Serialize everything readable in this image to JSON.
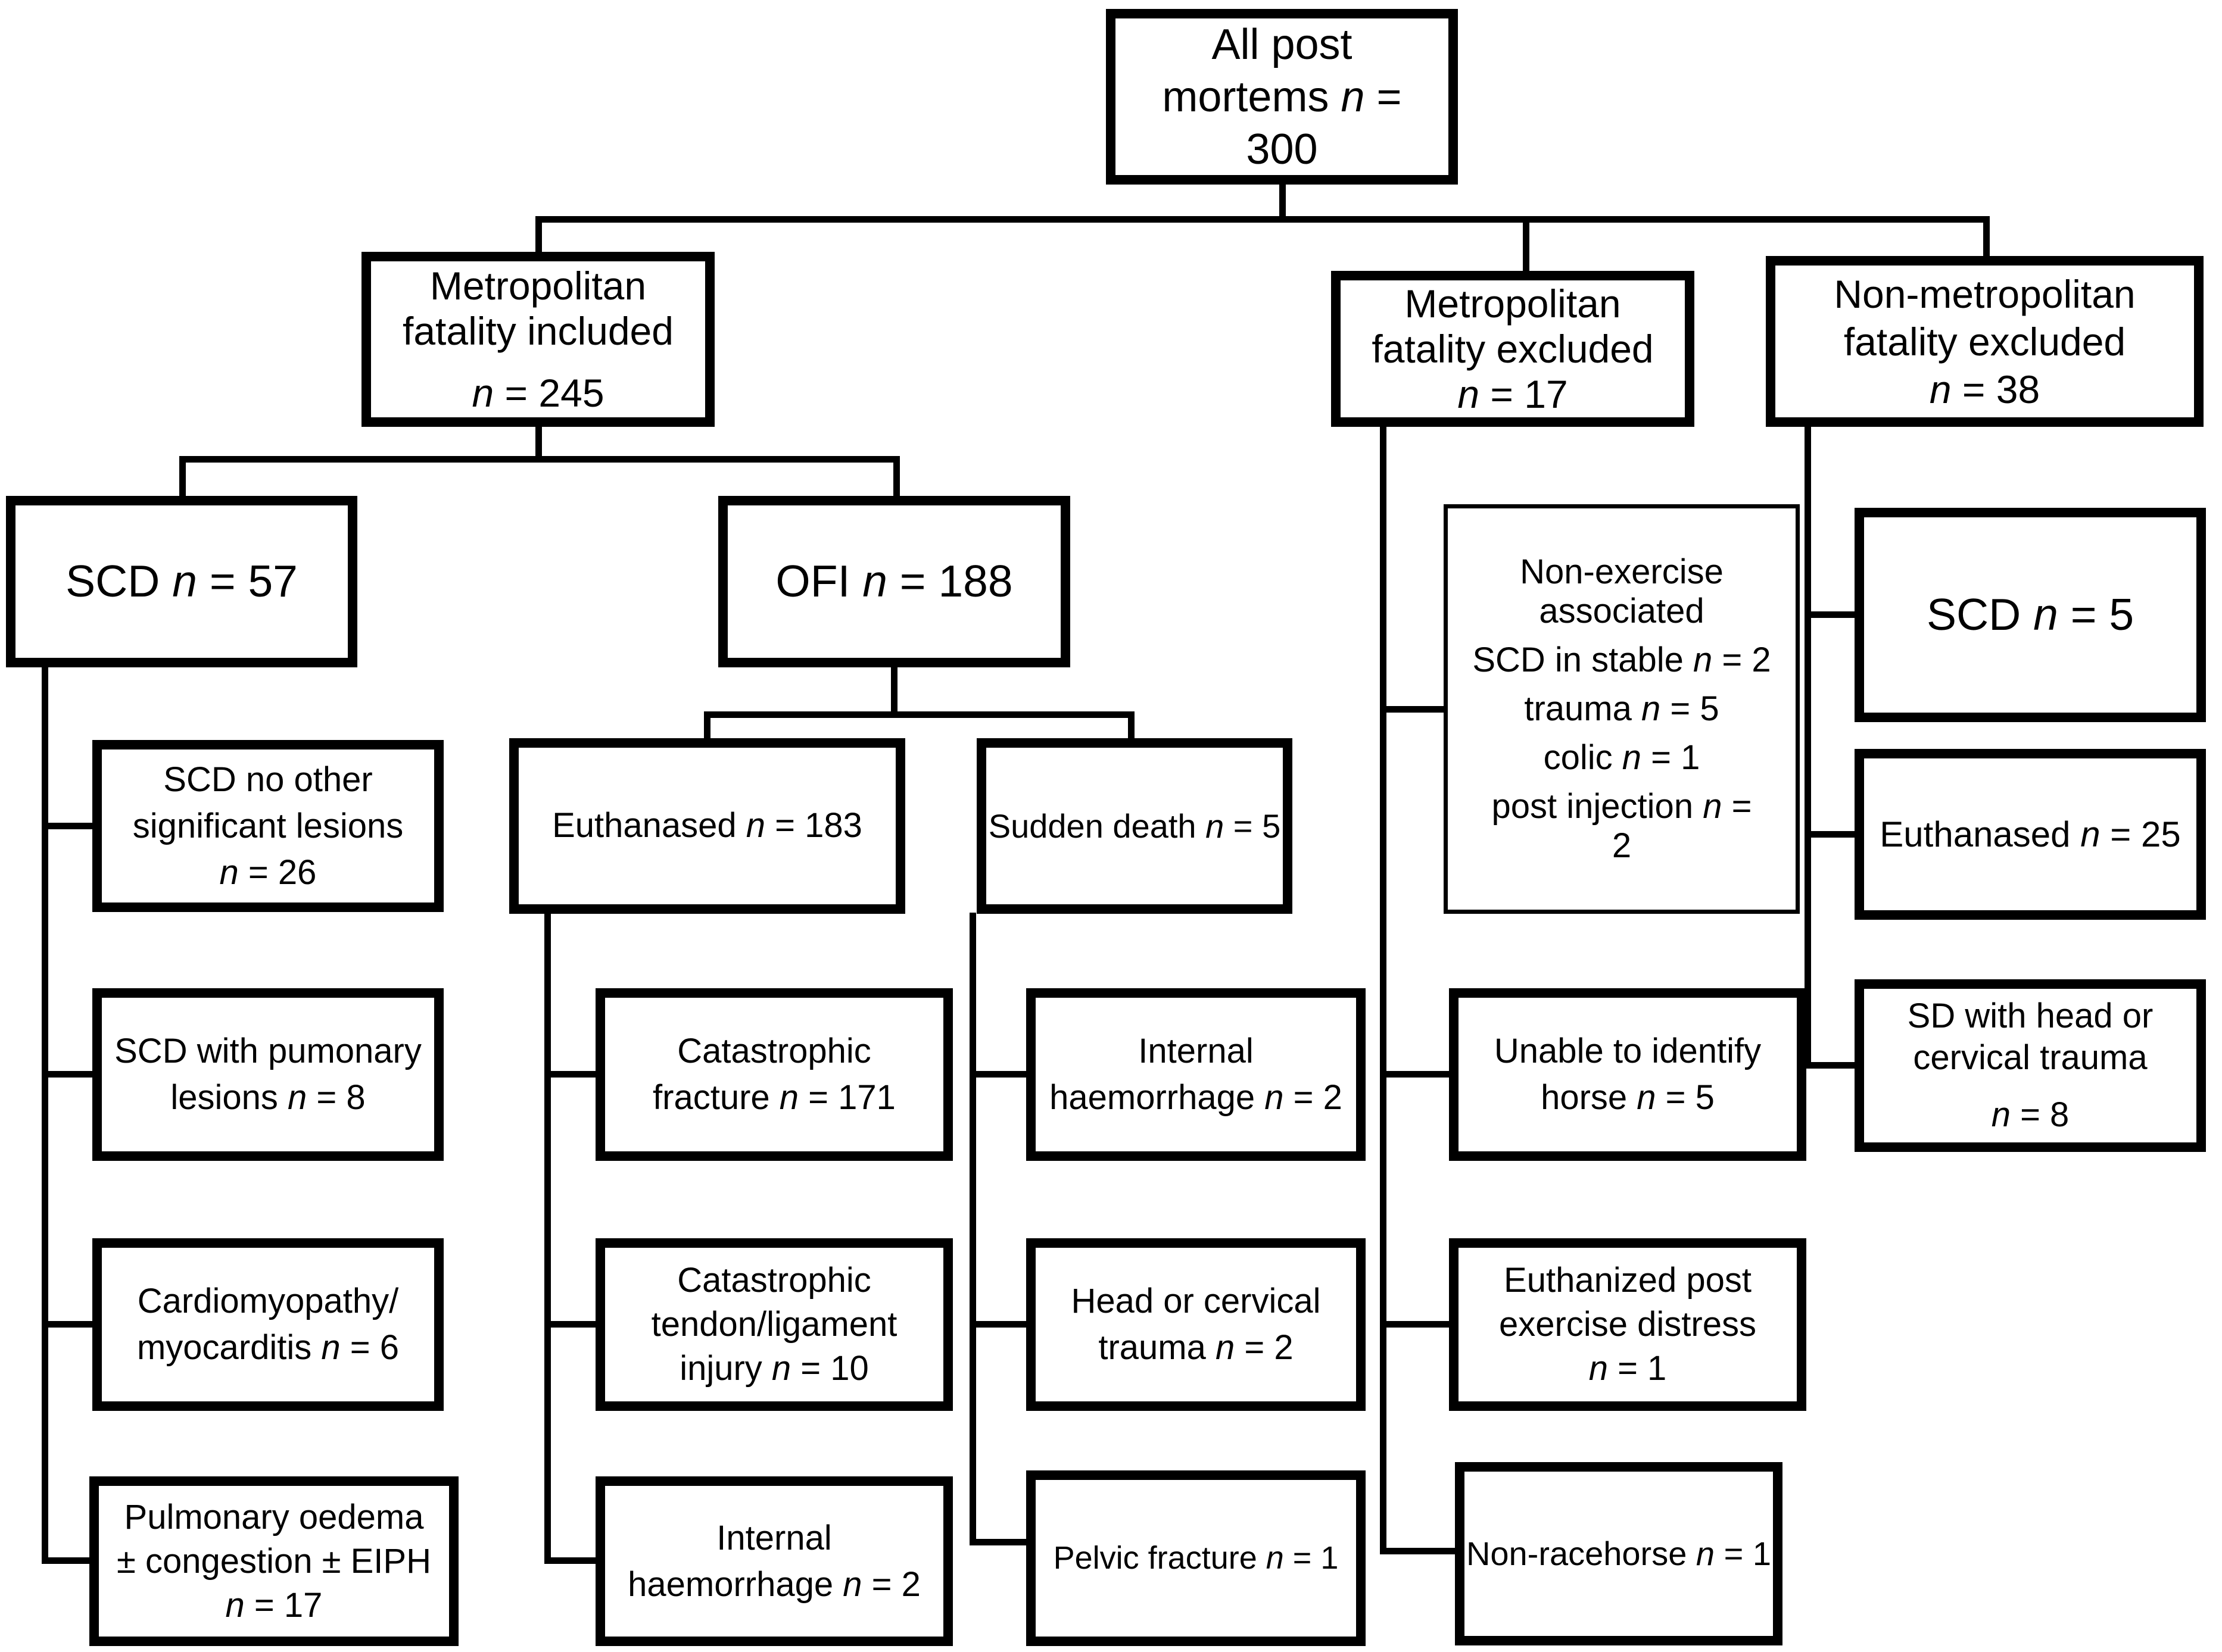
{
  "figure": {
    "type": "flowchart",
    "description": "Post mortem case classification flowchart",
    "colors": {
      "background": "#ffffff",
      "line": "#000000",
      "text": "#000000"
    }
  },
  "nodes": {
    "root": {
      "lines": [
        "All post",
        "mortems n =",
        "300"
      ]
    },
    "met_included": {
      "lines": [
        "Metropolitan",
        "fatality included",
        "",
        "n = 245"
      ]
    },
    "met_excluded": {
      "lines": [
        "Metropolitan",
        "fatality excluded",
        "n = 17"
      ]
    },
    "nonmet_excluded": {
      "lines": [
        "Non-metropolitan",
        "fatality excluded",
        "n = 38"
      ]
    },
    "scd57": {
      "lines": [
        "SCD n = 57"
      ]
    },
    "ofi188": {
      "lines": [
        "OFI n = 188"
      ]
    },
    "scd_no_other": {
      "lines": [
        "SCD no other",
        "significant lesions",
        "n = 26"
      ]
    },
    "scd_pulmonary": {
      "lines": [
        "SCD with pumonary",
        "lesions n = 8"
      ]
    },
    "cardiomyopathy": {
      "lines": [
        "Cardiomyopathy/",
        "myocarditis n = 6"
      ]
    },
    "pulmonary_oedema": {
      "lines": [
        "Pulmonary oedema",
        "± congestion ± EIPH",
        "n = 17"
      ]
    },
    "euthanased183": {
      "lines": [
        "Euthanased n = 183"
      ]
    },
    "sudden_death5": {
      "lines": [
        "Sudden death n = 5"
      ]
    },
    "cat_fracture": {
      "lines": [
        "Catastrophic",
        "fracture n = 171"
      ]
    },
    "cat_tendon": {
      "lines": [
        "Catastrophic",
        "tendon/ligament",
        "injury n = 10"
      ]
    },
    "internal_haem_euth": {
      "lines": [
        "Internal",
        "haemorrhage n = 2"
      ]
    },
    "internal_haem_sd": {
      "lines": [
        "Internal",
        "haemorrhage n = 2"
      ]
    },
    "head_cervical": {
      "lines": [
        "Head or cervical",
        "trauma n = 2"
      ]
    },
    "pelvic_fracture": {
      "lines": [
        "Pelvic fracture n = 1"
      ]
    },
    "non_exercise": {
      "lines": [
        "Non-exercise",
        "associated",
        "",
        "SCD in stable n = 2",
        "",
        "trauma n = 5",
        "",
        "colic n = 1",
        "",
        "post injection n =",
        "2"
      ]
    },
    "unable_identify": {
      "lines": [
        "Unable to identify",
        "horse n = 5"
      ]
    },
    "euthanized_distress": {
      "lines": [
        "Euthanized post",
        "exercise distress",
        "n = 1"
      ]
    },
    "non_racehorse": {
      "lines": [
        "Non-racehorse n = 1"
      ]
    },
    "scd5": {
      "lines": [
        "SCD n = 5"
      ]
    },
    "euthanased25": {
      "lines": [
        "Euthanased n = 25"
      ]
    },
    "sd_head_cervical": {
      "lines": [
        "SD with head or",
        "cervical trauma",
        "",
        "n = 8"
      ]
    }
  }
}
